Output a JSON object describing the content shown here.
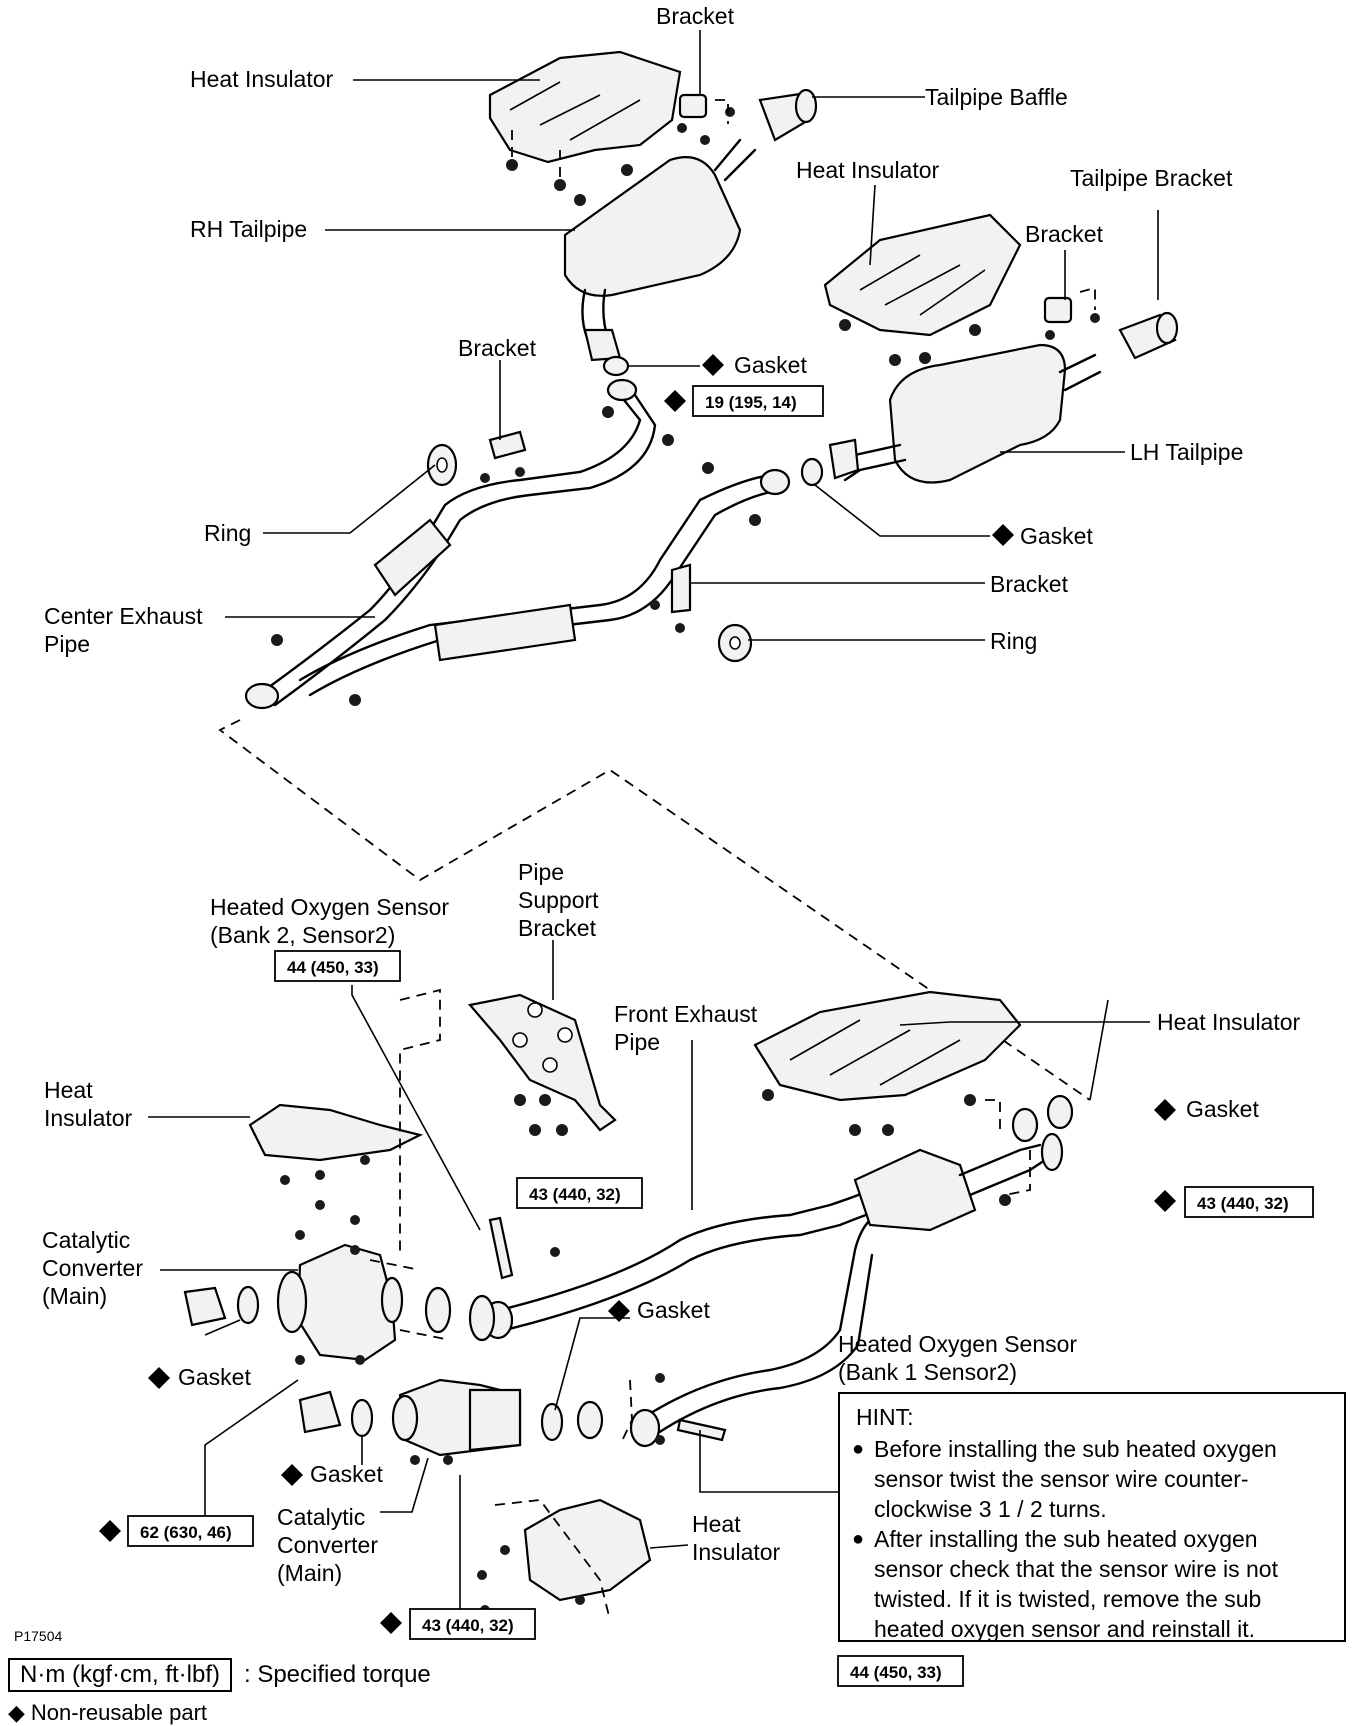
{
  "labels": {
    "bracket_top": "Bracket",
    "heat_insulator_top": "Heat Insulator",
    "tailpipe_baffle": "Tailpipe Baffle",
    "heat_insulator_mid": "Heat Insulator",
    "tailpipe_bracket": "Tailpipe Bracket",
    "rh_tailpipe": "RH Tailpipe",
    "bracket_right": "Bracket",
    "bracket_mid": "Bracket",
    "gasket_upper": "Gasket",
    "lh_tailpipe": "LH Tailpipe",
    "ring_left": "Ring",
    "gasket_lh": "Gasket",
    "bracket_lower": "Bracket",
    "center_exhaust_pipe_1": "Center Exhaust",
    "center_exhaust_pipe_2": "Pipe",
    "ring_right": "Ring",
    "pipe_support_1": "Pipe",
    "pipe_support_2": "Support",
    "pipe_support_3": "Bracket",
    "hos_b2_1": "Heated Oxygen Sensor",
    "hos_b2_2": "(Bank 2, Sensor2)",
    "front_exhaust_1": "Front Exhaust",
    "front_exhaust_2": "Pipe",
    "heat_insulator_front": "Heat Insulator",
    "heat_insulator_left_1": "Heat",
    "heat_insulator_left_2": "Insulator",
    "gasket_front_right": "Gasket",
    "cat_conv_upper_1": "Catalytic",
    "cat_conv_upper_2": "Converter",
    "cat_conv_upper_3": "(Main)",
    "gasket_center": "Gasket",
    "gasket_left": "Gasket",
    "hos_b1_1": "Heated Oxygen Sensor",
    "hos_b1_2": "(Bank 1 Sensor2)",
    "gasket_bottom": "Gasket",
    "cat_conv_lower_1": "Catalytic",
    "cat_conv_lower_2": "Converter",
    "cat_conv_lower_3": "(Main)",
    "heat_insulator_bottom_1": "Heat",
    "heat_insulator_bottom_2": "Insulator"
  },
  "torques": {
    "t_19": "19 (195, 14)",
    "t_44_b2": "44 (450, 33)",
    "t_43_support": "43 (440, 32)",
    "t_43_right": "43 (440, 32)",
    "t_62": "62 (630, 46)",
    "t_43_bottom": "43 (440, 32)",
    "t_44_b1": "44 (450, 33)"
  },
  "hint": {
    "title": "HINT:",
    "items": [
      "Before installing the sub heated oxygen sensor twist the sensor wire counter-clockwise 3  1 / 2 turns.",
      "After installing the sub heated oxygen sensor check that the sensor wire is not twisted. If it is twisted, remove the sub heated oxygen sensor and reinstall it."
    ]
  },
  "figure_code": "P17504",
  "legend": {
    "torque_unit": "N·m (kgf·cm, ft·lbf)",
    "torque_text": ": Specified torque",
    "nonreusable_text": "Non-reusable part"
  },
  "icons": {
    "non_reusable": "black-diamond-icon",
    "hint_bullet": "black-circle-icon"
  }
}
